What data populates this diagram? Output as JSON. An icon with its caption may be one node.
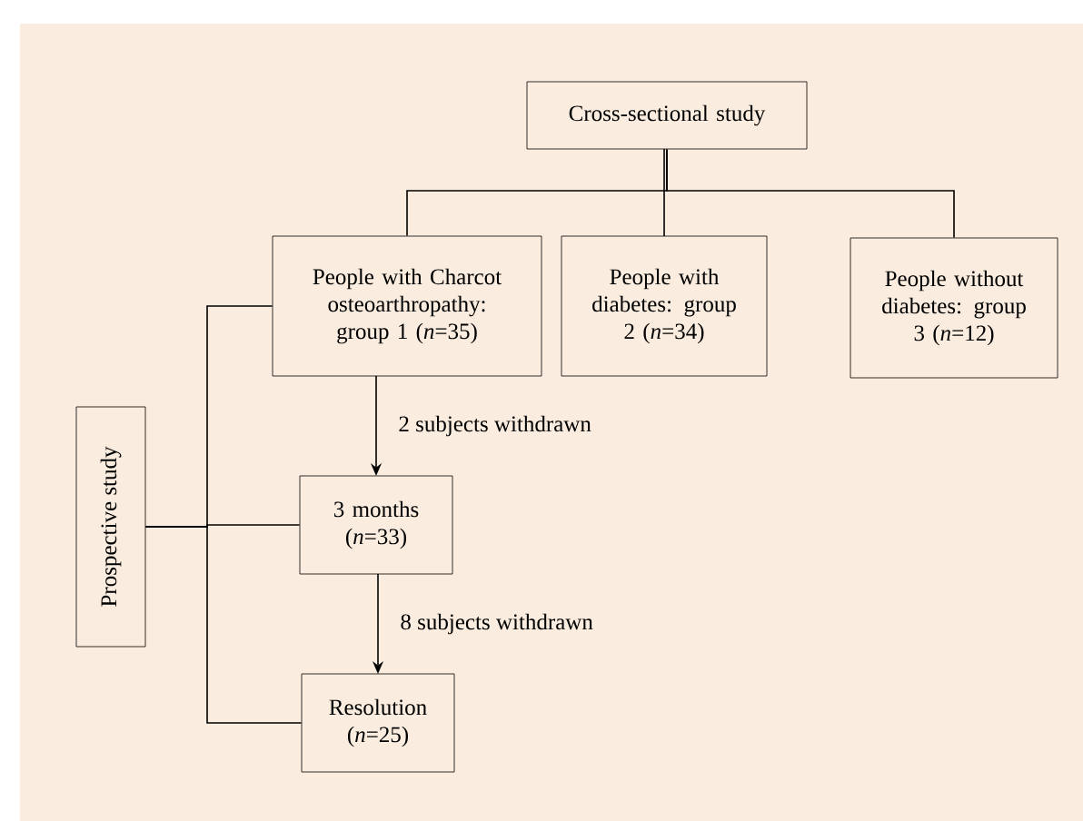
{
  "diagram": {
    "nodes": [
      {
        "text": [
          "Cross-sectional study"
        ]
      },
      {
        "text": [
          "People with Charcot osteoarthropathy: group 1 (*n*=35)"
        ]
      },
      {
        "text": [
          "People with diabetes: group 2 (*n*=34)"
        ]
      },
      {
        "text": [
          "People without diabetes: group 3 (*n*=12)"
        ]
      },
      {
        "text": [
          "Prospective study"
        ]
      },
      {
        "text": [
          "3 months (*n*=33)"
        ]
      },
      {
        "text": [
          "Resolution (*n*=25)"
        ]
      }
    ],
    "edges": [
      {
        "from": 0,
        "to": 1,
        "arrow": "none"
      },
      {
        "from": 0,
        "to": 2,
        "arrow": "none"
      },
      {
        "from": 0,
        "to": 3,
        "arrow": "none"
      },
      {
        "from": 1,
        "to": 5,
        "arrow": "to",
        "label": "2 subjects withdrawn"
      },
      {
        "from": 5,
        "to": 6,
        "arrow": "to",
        "label": "8 subjects withdrawn"
      },
      {
        "from": 4,
        "to": 1,
        "arrow": "none"
      },
      {
        "from": 4,
        "to": 5,
        "arrow": "none"
      },
      {
        "from": 4,
        "to": 6,
        "arrow": "none"
      }
    ]
  }
}
